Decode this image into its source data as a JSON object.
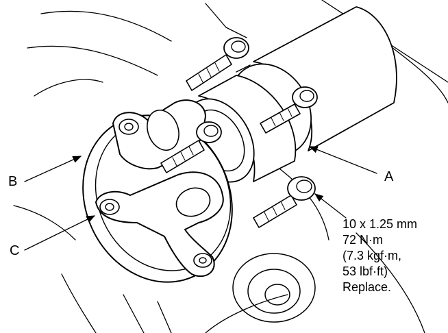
{
  "callouts": {
    "a": "A",
    "b": "B",
    "c": "C"
  },
  "spec": {
    "line1": "10 x 1.25 mm",
    "line2": "72 N·m",
    "line3": "(7.3 kgf·m,",
    "line4": "53 lbf·ft)",
    "line5": "Replace."
  }
}
